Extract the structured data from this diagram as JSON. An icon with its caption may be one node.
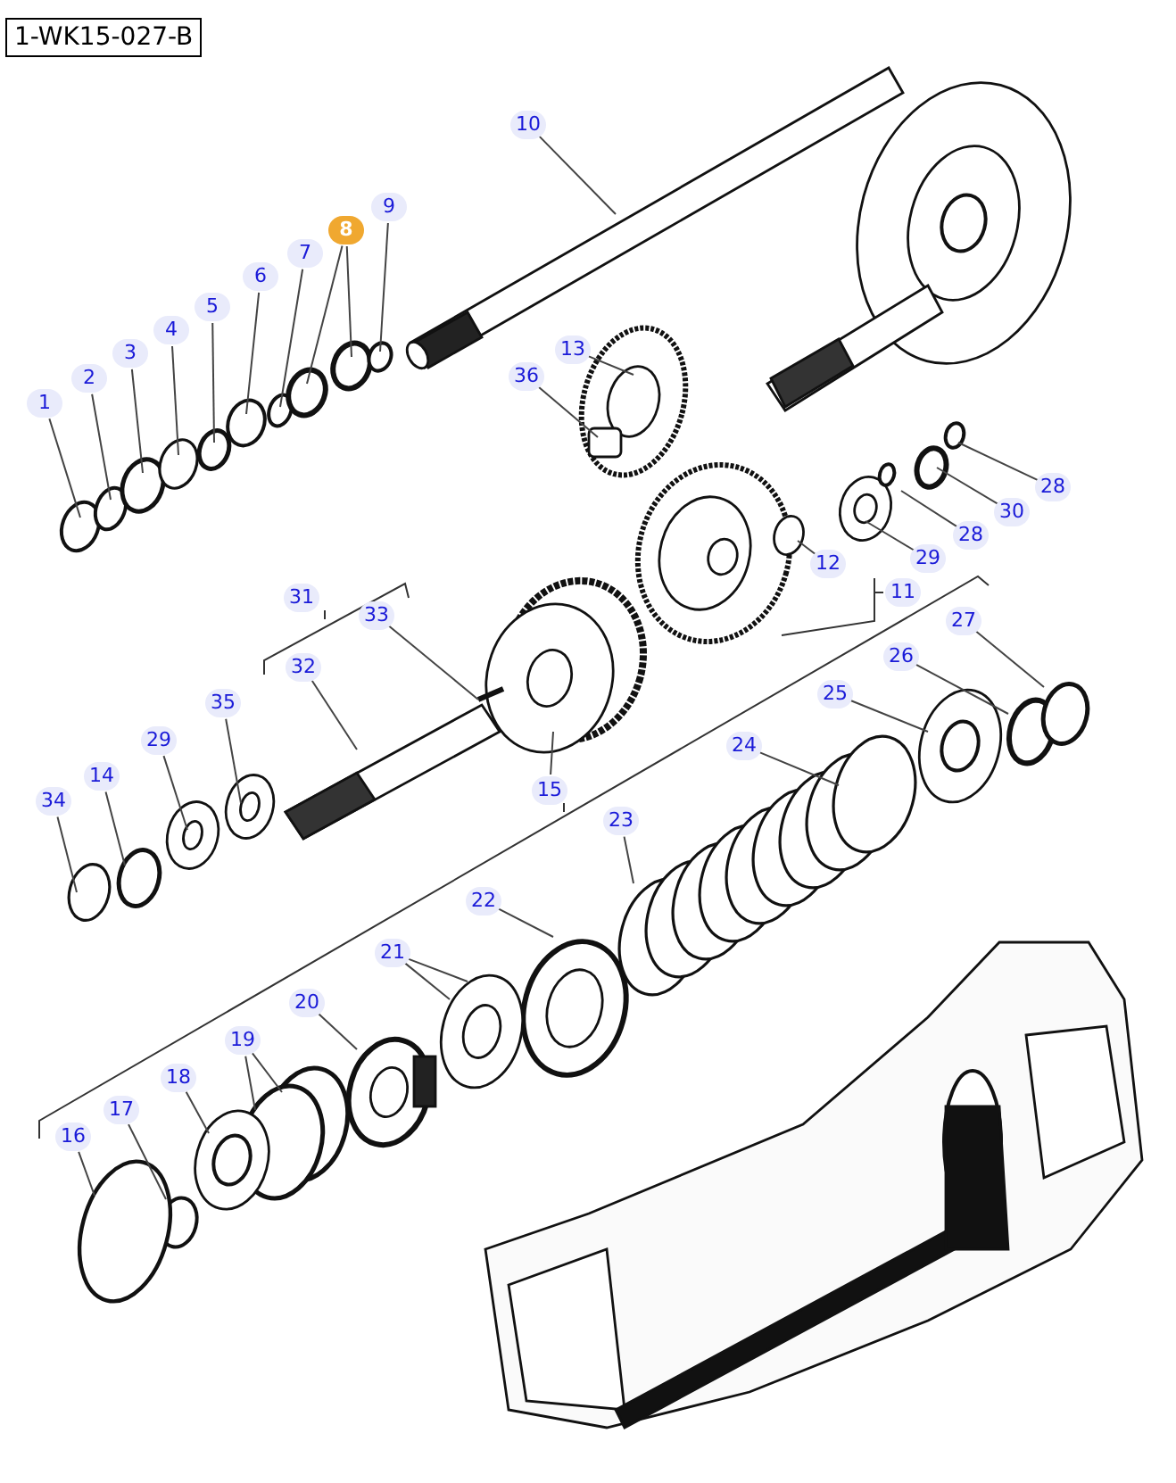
{
  "diagram": {
    "title": "1-WK15-027-B",
    "nodes": [
      {
        "text": [
          "1"
        ]
      },
      {
        "text": [
          "2"
        ]
      },
      {
        "text": [
          "3"
        ]
      },
      {
        "text": [
          "4"
        ]
      },
      {
        "text": [
          "5"
        ]
      },
      {
        "text": [
          "6"
        ]
      },
      {
        "text": [
          "7"
        ]
      },
      {
        "text": [
          "8"
        ]
      },
      {
        "text": [
          "9"
        ]
      },
      {
        "text": [
          "10"
        ]
      },
      {
        "text": [
          "13"
        ]
      },
      {
        "text": [
          "36"
        ]
      },
      {
        "text": [
          "12"
        ]
      },
      {
        "text": [
          "11"
        ]
      },
      {
        "text": [
          "29"
        ]
      },
      {
        "text": [
          "28"
        ]
      },
      {
        "text": [
          "30"
        ]
      },
      {
        "text": [
          "28"
        ]
      },
      {
        "text": [
          "31"
        ]
      },
      {
        "text": [
          "33"
        ]
      },
      {
        "text": [
          "32"
        ]
      },
      {
        "text": [
          "35"
        ]
      },
      {
        "text": [
          "29"
        ]
      },
      {
        "text": [
          "14"
        ]
      },
      {
        "text": [
          "34"
        ]
      },
      {
        "text": [
          "15"
        ]
      },
      {
        "text": [
          "27"
        ]
      },
      {
        "text": [
          "26"
        ]
      },
      {
        "text": [
          "25"
        ]
      },
      {
        "text": [
          "24"
        ]
      },
      {
        "text": [
          "23"
        ]
      },
      {
        "text": [
          "22"
        ]
      },
      {
        "text": [
          "21"
        ]
      },
      {
        "text": [
          "20"
        ]
      },
      {
        "text": [
          "19"
        ]
      },
      {
        "text": [
          "18"
        ]
      },
      {
        "text": [
          "17"
        ]
      },
      {
        "text": [
          "16"
        ]
      }
    ],
    "edges": [
      {
        "from": 0,
        "to": null,
        "arrow": "none"
      },
      {
        "from": 1,
        "to": null,
        "arrow": "none"
      },
      {
        "from": 2,
        "to": null,
        "arrow": "none"
      },
      {
        "from": 3,
        "to": null,
        "arrow": "none"
      },
      {
        "from": 4,
        "to": null,
        "arrow": "none"
      },
      {
        "from": 5,
        "to": null,
        "arrow": "none"
      },
      {
        "from": 6,
        "to": null,
        "arrow": "none"
      },
      {
        "from": 7,
        "to": null,
        "arrow": "none"
      },
      {
        "from": 7,
        "to": null,
        "arrow": "none"
      },
      {
        "from": 8,
        "to": null,
        "arrow": "none"
      },
      {
        "from": 9,
        "to": null,
        "arrow": "none"
      },
      {
        "from": 10,
        "to": null,
        "arrow": "none"
      },
      {
        "from": 11,
        "to": null,
        "arrow": "none"
      },
      {
        "from": 12,
        "to": null,
        "arrow": "none"
      },
      {
        "from": 14,
        "to": null,
        "arrow": "none"
      },
      {
        "from": 15,
        "to": null,
        "arrow": "none"
      },
      {
        "from": 16,
        "to": null,
        "arrow": "none"
      },
      {
        "from": 17,
        "to": null,
        "arrow": "none"
      },
      {
        "from": 19,
        "to": null,
        "arrow": "none"
      },
      {
        "from": 20,
        "to": null,
        "arrow": "none"
      },
      {
        "from": 21,
        "to": null,
        "arrow": "none"
      },
      {
        "from": 22,
        "to": null,
        "arrow": "none"
      },
      {
        "from": 23,
        "to": null,
        "arrow": "none"
      },
      {
        "from": 24,
        "to": null,
        "arrow": "none"
      },
      {
        "from": 25,
        "to": null,
        "arrow": "none"
      },
      {
        "from": 26,
        "to": null,
        "arrow": "none"
      },
      {
        "from": 27,
        "to": null,
        "arrow": "none"
      },
      {
        "from": 28,
        "to": null,
        "arrow": "none"
      },
      {
        "from": 29,
        "to": null,
        "arrow": "none"
      },
      {
        "from": 30,
        "to": null,
        "arrow": "none"
      },
      {
        "from": 31,
        "to": null,
        "arrow": "none"
      },
      {
        "from": 32,
        "to": null,
        "arrow": "none"
      },
      {
        "from": 32,
        "to": null,
        "arrow": "none"
      },
      {
        "from": 33,
        "to": null,
        "arrow": "none"
      },
      {
        "from": 34,
        "to": null,
        "arrow": "none"
      },
      {
        "from": 34,
        "to": null,
        "arrow": "none"
      },
      {
        "from": 35,
        "to": null,
        "arrow": "none"
      },
      {
        "from": 36,
        "to": null,
        "arrow": "none"
      },
      {
        "from": 37,
        "to": null,
        "arrow": "none"
      }
    ]
  }
}
